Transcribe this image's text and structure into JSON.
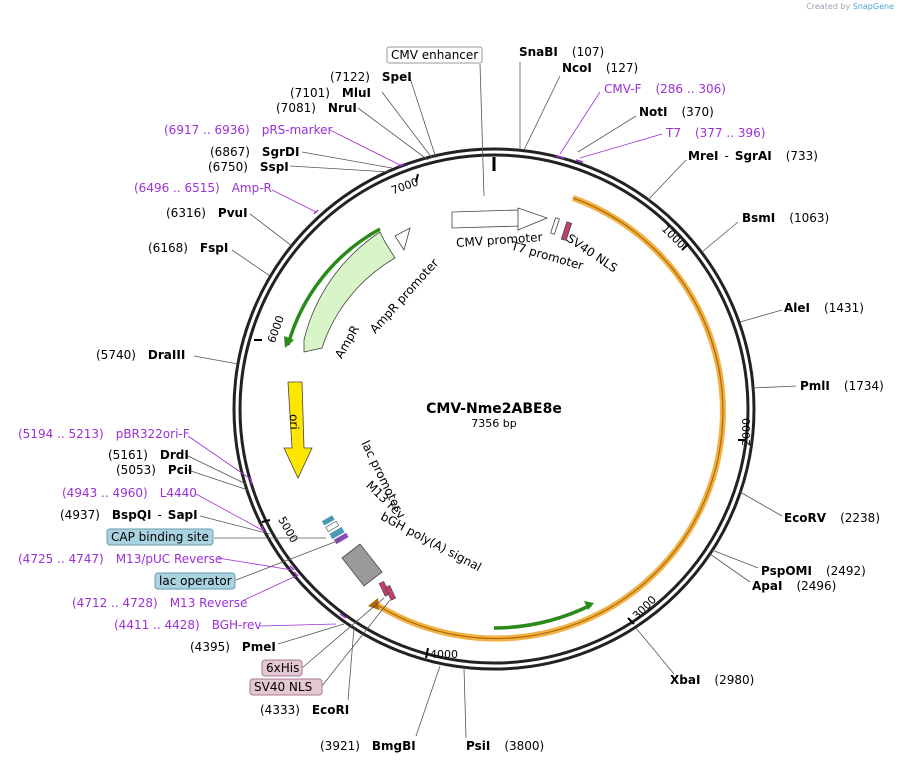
{
  "brand": {
    "prefix": "Created by",
    "name": "SnapGene"
  },
  "plasmid": {
    "name": "CMV-Nme2ABE8e",
    "length_label": "7356 bp"
  },
  "tick_labels": [
    "1000",
    "2000",
    "3000",
    "4000",
    "5000",
    "6000",
    "7000"
  ],
  "sites": [
    {
      "name": "SnaBI",
      "pos": "(107)"
    },
    {
      "name": "NcoI",
      "pos": "(127)"
    },
    {
      "name": "NotI",
      "pos": "(370)"
    },
    {
      "name": "MreI",
      "pos": "(733)",
      "sep": "-",
      "name2": "SgrAI"
    },
    {
      "name": "BsmI",
      "pos": "(1063)"
    },
    {
      "name": "AleI",
      "pos": "(1431)"
    },
    {
      "name": "PmlI",
      "pos": "(1734)"
    },
    {
      "name": "EcoRV",
      "pos": "(2238)"
    },
    {
      "name": "PspOMI",
      "pos": "(2492)"
    },
    {
      "name": "ApaI",
      "pos": "(2496)"
    },
    {
      "name": "XbaI",
      "pos": "(2980)"
    },
    {
      "name": "PsiI",
      "pos": "(3800)"
    },
    {
      "name": "BmgBI",
      "pos": "(3921)"
    },
    {
      "name": "EcoRI",
      "pos": "(4333)"
    },
    {
      "name": "PmeI",
      "pos": "(4395)"
    },
    {
      "name": "BspQI",
      "pos": "(4937)",
      "sep": "-",
      "name2": "SapI"
    },
    {
      "name": "PciI",
      "pos": "(5053)"
    },
    {
      "name": "DrdI",
      "pos": "(5161)"
    },
    {
      "name": "DraIII",
      "pos": "(5740)"
    },
    {
      "name": "FspI",
      "pos": "(6168)"
    },
    {
      "name": "PvuI",
      "pos": "(6316)"
    },
    {
      "name": "SspI",
      "pos": "(6750)"
    },
    {
      "name": "SgrDI",
      "pos": "(6867)"
    },
    {
      "name": "NruI",
      "pos": "(7081)"
    },
    {
      "name": "MluI",
      "pos": "(7101)"
    },
    {
      "name": "SpeI",
      "pos": "(7122)"
    }
  ],
  "primers": [
    {
      "name": "CMV-F",
      "range": "(286 .. 306)"
    },
    {
      "name": "T7",
      "range": "(377 .. 396)"
    },
    {
      "name": "pRS-marker",
      "range": "(6917 .. 6936)"
    },
    {
      "name": "Amp-R",
      "range": "(6496 .. 6515)"
    },
    {
      "name": "pBR322ori-F",
      "range": "(5194 .. 5213)"
    },
    {
      "name": "L4440",
      "range": "(4943 .. 4960)"
    },
    {
      "name": "M13/pUC Reverse",
      "range": "(4725 .. 4747)"
    },
    {
      "name": "M13 Reverse",
      "range": "(4712 .. 4728)"
    },
    {
      "name": "BGH-rev",
      "range": "(4411 .. 4428)"
    }
  ],
  "boxed_features": [
    {
      "label": "CMV enhancer",
      "fill": "#ffffff",
      "stroke": "#999999"
    },
    {
      "label": "CAP binding site",
      "fill": "#a9d3e0",
      "stroke": "#6a9aaa"
    },
    {
      "label": "lac operator",
      "fill": "#a9d3e0",
      "stroke": "#6a9aaa"
    },
    {
      "label": "6xHis",
      "fill": "#e3c7d3",
      "stroke": "#a77b90"
    },
    {
      "label": "SV40 NLS",
      "fill": "#e3c7d3",
      "stroke": "#a77b90"
    }
  ],
  "inner_features": [
    {
      "label": "CMV promoter"
    },
    {
      "label": "T7 promoter"
    },
    {
      "label": "SV40 NLS"
    },
    {
      "label": "AmpR promoter"
    },
    {
      "label": "AmpR"
    },
    {
      "label": "ori"
    },
    {
      "label": "lac promoter"
    },
    {
      "label": "M13 rev"
    },
    {
      "label": "bGH poly(A) signal"
    }
  ],
  "colors": {
    "backbone": "#222222",
    "nme2abe8e_orange": "#f0a830",
    "ampr_green": "#2a8a1a",
    "ampr_fill": "#d8f5c8",
    "ori_yellow": "#ffe600",
    "primer_purple": "#9b30d9",
    "bgh_gray": "#9a9a9a"
  }
}
